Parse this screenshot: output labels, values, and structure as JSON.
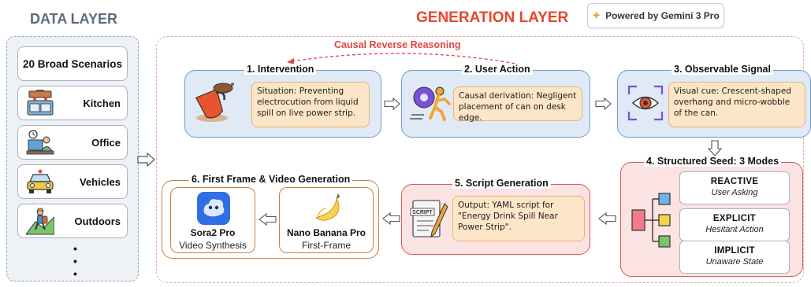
{
  "data_layer": {
    "title": "DATA LAYER",
    "scenarios_label": "20 Broad Scenarios",
    "items": [
      {
        "label": "Kitchen",
        "icon": "kitchen-icon"
      },
      {
        "label": "Office",
        "icon": "office-worker-icon"
      },
      {
        "label": "Vehicles",
        "icon": "car-icon"
      },
      {
        "label": "Outdoors",
        "icon": "hiker-icon"
      }
    ],
    "more": "⋮"
  },
  "generation_layer": {
    "title": "GENERATION LAYER",
    "powered_by": "Powered by Gemini 3 Pro",
    "causal_label": "Causal Reverse Reasoning",
    "steps": {
      "intervention": {
        "title": "1. Intervention",
        "text": "Situation: Preventing electrocution from liquid spill on live power strip.",
        "icon": "spilled-cup-icon"
      },
      "user_action": {
        "title": "2. User Action",
        "text": "Causal derivation: Negligent placement of can on desk edge.",
        "icon": "running-person-gear-icon"
      },
      "observable_signal": {
        "title": "3. Observable Signal",
        "text": "Visual cue: Crescent-shaped overhang and micro-wobble of the can.",
        "icon": "eye-focus-icon"
      },
      "structured_seed": {
        "title": "4. Structured Seed: 3 Modes",
        "icon": "hierarchy-icon",
        "modes": [
          {
            "name": "REACTIVE",
            "desc": "User Asking"
          },
          {
            "name": "EXPLICIT",
            "desc": "Hesitant Action"
          },
          {
            "name": "IMPLICIT",
            "desc": "Unaware State"
          }
        ]
      },
      "script_generation": {
        "title": "5. Script Generation",
        "text": "Output: YAML script for \"Energy Drink Spill Near Power Strip\".",
        "icon_label": "SCRIPT",
        "icon": "script-document-icon"
      },
      "video_generation": {
        "title": "6. First Frame & Video Generation",
        "models": [
          {
            "name": "Sora2 Pro",
            "desc": "Video Synthesis",
            "icon": "sora-cloud-icon"
          },
          {
            "name": "Nano Banana Pro",
            "desc": "First-Frame",
            "icon": "banana-icon"
          }
        ]
      }
    }
  },
  "colors": {
    "data_title": "#5d6b7b",
    "gen_title": "#e8462b",
    "blue_fill": "#dfeaf6",
    "blue_border": "#6f9ccc",
    "pink_fill": "#fbe3e3",
    "pink_border": "#d35a5a",
    "note_fill": "#fde6c8",
    "orange_border": "#c9803d",
    "causal_arrow": "#e04444"
  }
}
